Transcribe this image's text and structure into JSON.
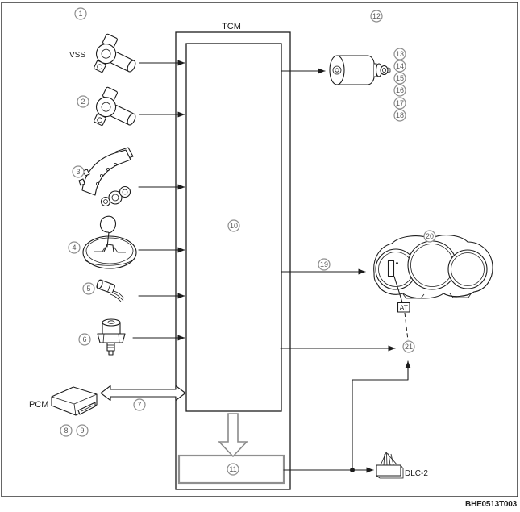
{
  "figure": {
    "type": "automatic-transmission-control-system-wiring-diagram",
    "code": "BHE0513T003",
    "background": "#ffffff"
  },
  "labels": {
    "tcm": "TCM",
    "vss": "VSS",
    "pcm": "PCM",
    "at_indicator": "AT",
    "dlc2": "DLC-2"
  },
  "callouts": [
    "1",
    "2",
    "3",
    "4",
    "5",
    "6",
    "7",
    "8",
    "9",
    "10",
    "11",
    "12",
    "13",
    "14",
    "15",
    "16",
    "17",
    "18",
    "19",
    "20",
    "21"
  ],
  "icons": {
    "vss-sensor-icon": "vehicle speed sensor line drawing",
    "input-speed-sensor-icon": "speed sensor line drawing",
    "range-switch-icon": "transmission range switch line drawing",
    "shift-lever-icon": "selector lever on console line drawing",
    "temp-sensor-icon": "fluid temperature sensor with pigtail wires",
    "pressure-switch-icon": "oil pressure switch line drawing",
    "pcm-module-icon": "powertrain control module box",
    "solenoid-icon": "shift solenoid cylinder",
    "instrument-cluster-icon": "three-dial instrument cluster",
    "dlc2-connector-icon": "data link connector with wire fan"
  },
  "colors": {
    "line": "#1c1c1c",
    "callout_circle": "#8e8e8e",
    "callout_text": "#5a5a5a",
    "gray_arrow": "#8a8a8a",
    "box11_border": "#8f8f8f",
    "frame_border": "#333333"
  }
}
